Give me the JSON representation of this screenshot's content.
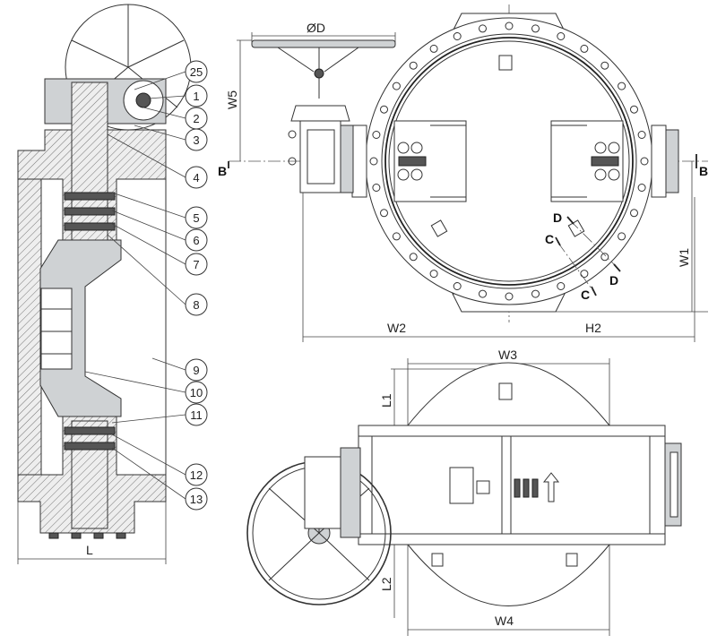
{
  "section_view": {
    "dimension_L": "L",
    "callouts": [
      "25",
      "1",
      "2",
      "3",
      "4",
      "5",
      "6",
      "7",
      "8",
      "9",
      "10",
      "11",
      "12",
      "13"
    ]
  },
  "front_view": {
    "dimension_D": "ØD",
    "dimension_W5": "W5",
    "dimension_W1": "W1",
    "dimension_W2": "W2",
    "dimension_H2": "H2",
    "section_B_left": "B",
    "section_B_right": "B",
    "section_C_top": "C",
    "section_C_bottom": "C",
    "section_D_top": "D",
    "section_D_bottom": "D"
  },
  "top_view": {
    "dimension_W3": "W3",
    "dimension_W4": "W4",
    "dimension_L1": "L1",
    "dimension_L2": "L2"
  }
}
